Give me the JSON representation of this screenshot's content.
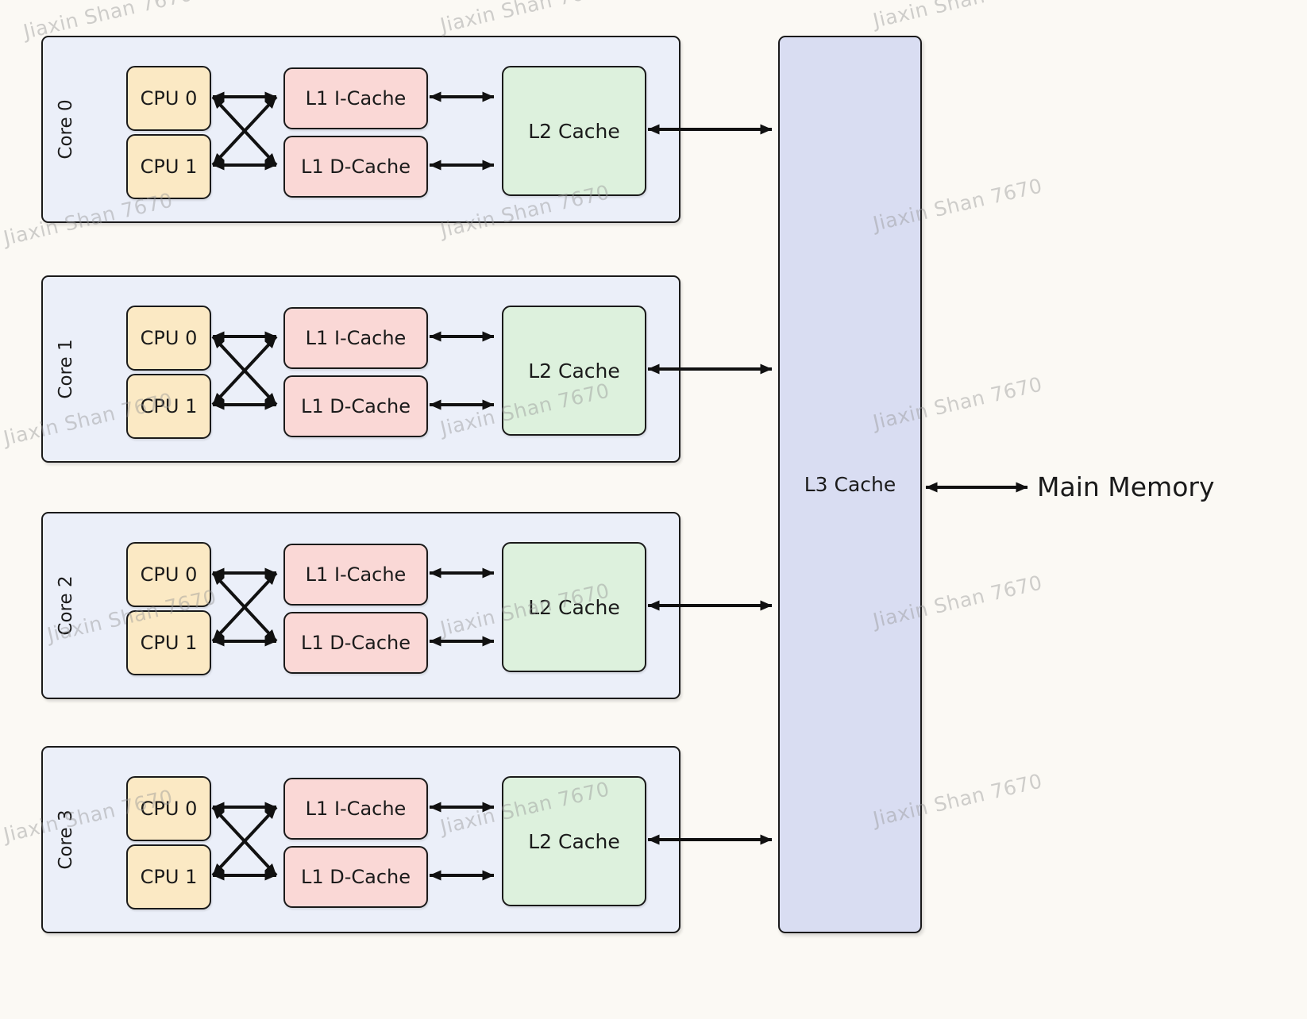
{
  "watermark": {
    "text": "Jiaxin Shan 7670"
  },
  "cores": [
    {
      "label": "Core 0",
      "cpu0": "CPU 0",
      "cpu1": "CPU 1",
      "l1i": "L1 I-Cache",
      "l1d": "L1 D-Cache",
      "l2": "L2 Cache"
    },
    {
      "label": "Core 1",
      "cpu0": "CPU 0",
      "cpu1": "CPU 1",
      "l1i": "L1 I-Cache",
      "l1d": "L1 D-Cache",
      "l2": "L2 Cache"
    },
    {
      "label": "Core 2",
      "cpu0": "CPU 0",
      "cpu1": "CPU 1",
      "l1i": "L1 I-Cache",
      "l1d": "L1 D-Cache",
      "l2": "L2 Cache"
    },
    {
      "label": "Core 3",
      "cpu0": "CPU 0",
      "cpu1": "CPU 1",
      "l1i": "L1 I-Cache",
      "l1d": "L1 D-Cache",
      "l2": "L2 Cache"
    }
  ],
  "shared": {
    "l3_label": "L3 Cache",
    "main_memory_label": "Main Memory"
  },
  "connections": {
    "per_core": [
      "CPU 0 <-> L1 I-Cache",
      "CPU 0 <-> L1 D-Cache",
      "CPU 1 <-> L1 I-Cache",
      "CPU 1 <-> L1 D-Cache",
      "L1 I-Cache <-> L2 Cache",
      "L1 D-Cache <-> L2 Cache",
      "L2 Cache <-> L3 Cache"
    ],
    "global": [
      "L3 Cache <-> Main Memory"
    ]
  },
  "colors": {
    "background": "#FBF9F4",
    "core_fill": "#EBEFF9",
    "cpu_fill": "#FBE9C4",
    "l1_fill": "#FAD8D6",
    "l2_fill": "#DDF1DD",
    "l3_fill": "#D9DDF2",
    "border": "#1A1A1A",
    "arrow": "#111111",
    "watermark": "#C8C8C8"
  }
}
